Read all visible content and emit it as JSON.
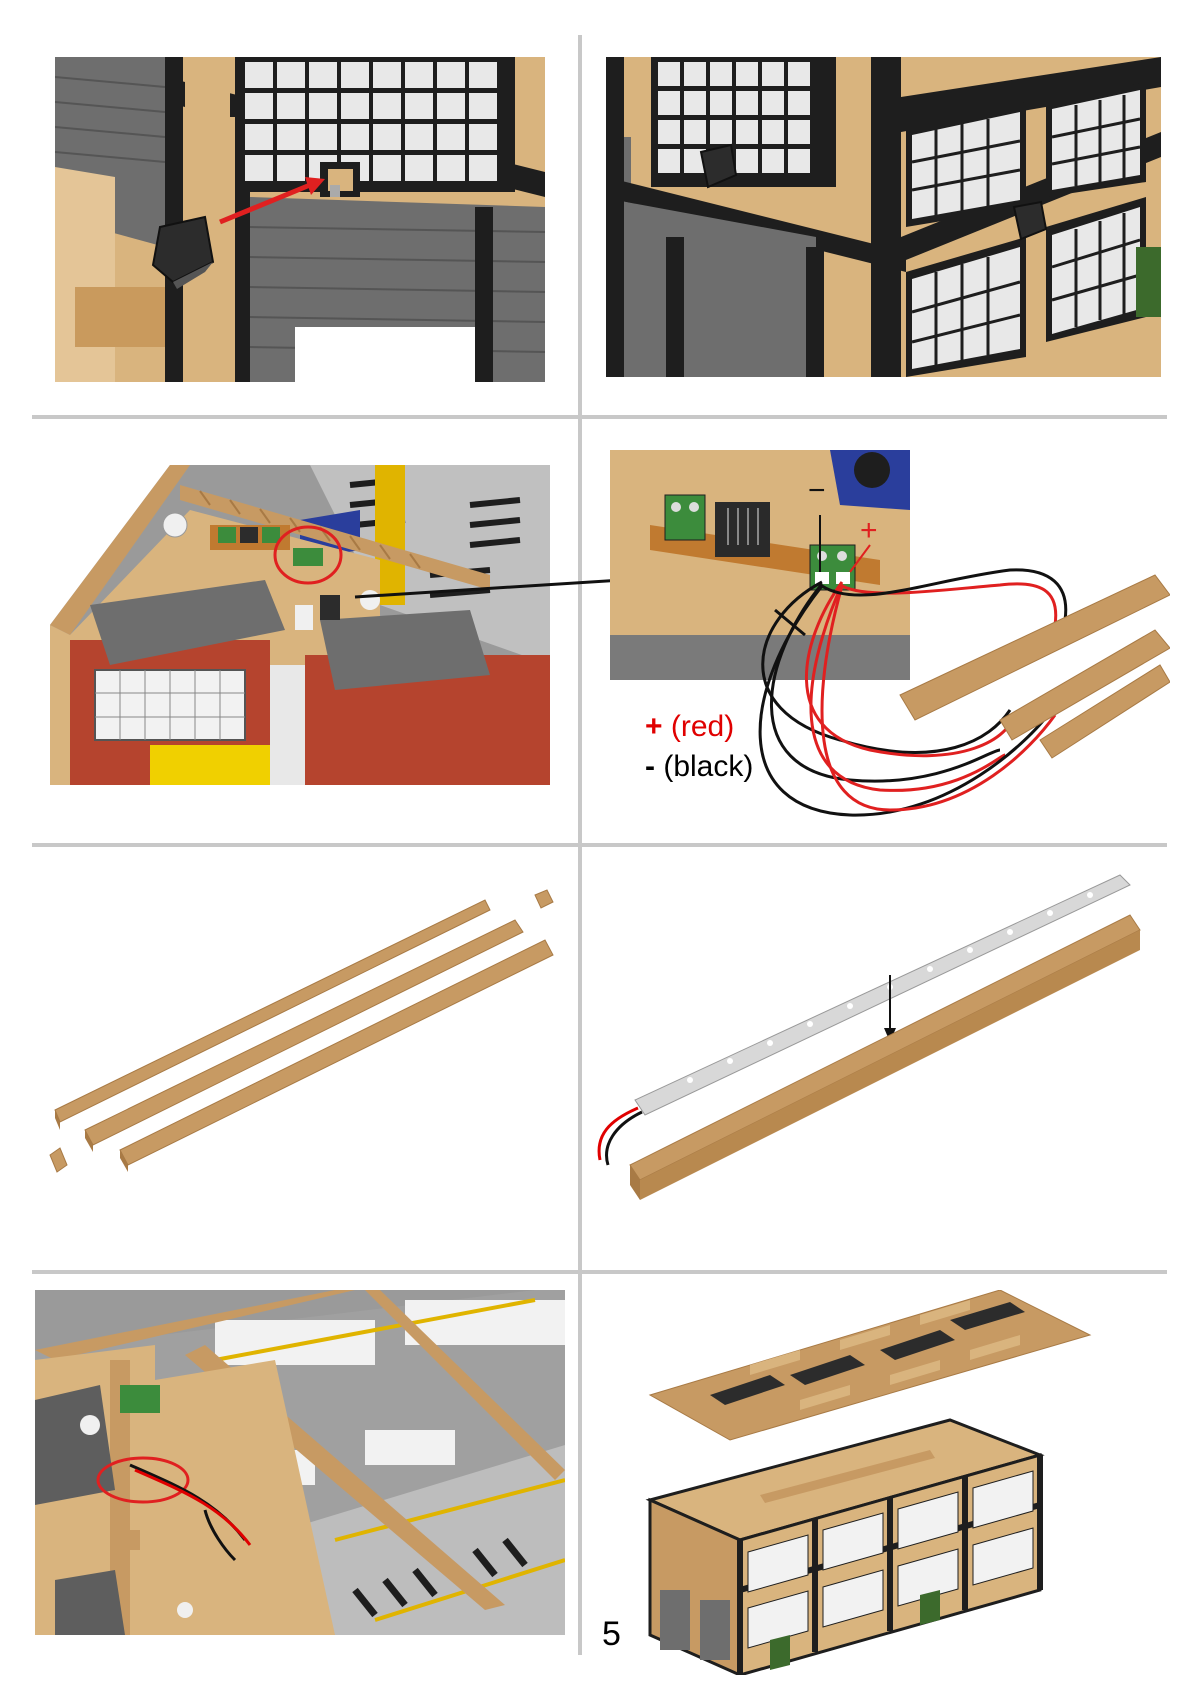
{
  "page": {
    "number": "5"
  },
  "legend": {
    "plus_sign": "+",
    "plus_label": "(red)",
    "minus_sign": "-",
    "minus_label": "(black)"
  },
  "terminal_marks": {
    "minus": "−",
    "plus": "+"
  },
  "colors": {
    "wood": "#c79a63",
    "wood_dark": "#a87a45",
    "frame_black": "#1e1e1e",
    "door_grey": "#6e6e6e",
    "wire_red": "#e00000",
    "wire_black": "#111111",
    "callout_red": "#e02020",
    "brick": "#b5442e",
    "pcb_green": "#3c8c3c",
    "divider": "#c8c8c8"
  },
  "steps": [
    {
      "id": 1,
      "name": "mount-lamp-arrow"
    },
    {
      "id": 2,
      "name": "lamps-mounted"
    },
    {
      "id": 3,
      "name": "terminal-callout"
    },
    {
      "id": 4,
      "name": "wiring-detail"
    },
    {
      "id": 5,
      "name": "light-rail-parts"
    },
    {
      "id": 6,
      "name": "led-strip-insert"
    },
    {
      "id": 7,
      "name": "wired-interior"
    },
    {
      "id": 8,
      "name": "roof-assembly"
    }
  ]
}
